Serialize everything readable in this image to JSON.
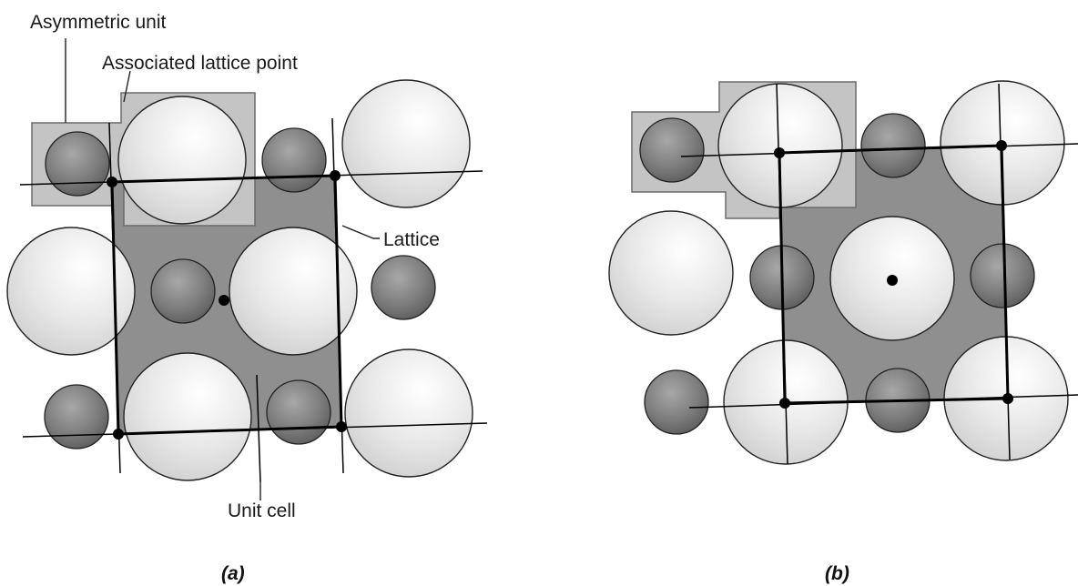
{
  "figure": {
    "panel_a": {
      "caption": "(a)",
      "labels": {
        "asymmetric_unit": "Asymmetric unit",
        "associated_lattice_point": "Associated lattice point",
        "lattice": "Lattice",
        "unit_cell": "Unit cell"
      }
    },
    "panel_b": {
      "caption": "(b)"
    }
  },
  "colors": {
    "unit_cell_fill": "#8f8f8f",
    "asymmetric_unit_fill": "#c4c4c4",
    "large_atom_fill": "#e6e6e6",
    "small_atom_fill": "#7c7c7c",
    "lattice_line": "#000000"
  }
}
